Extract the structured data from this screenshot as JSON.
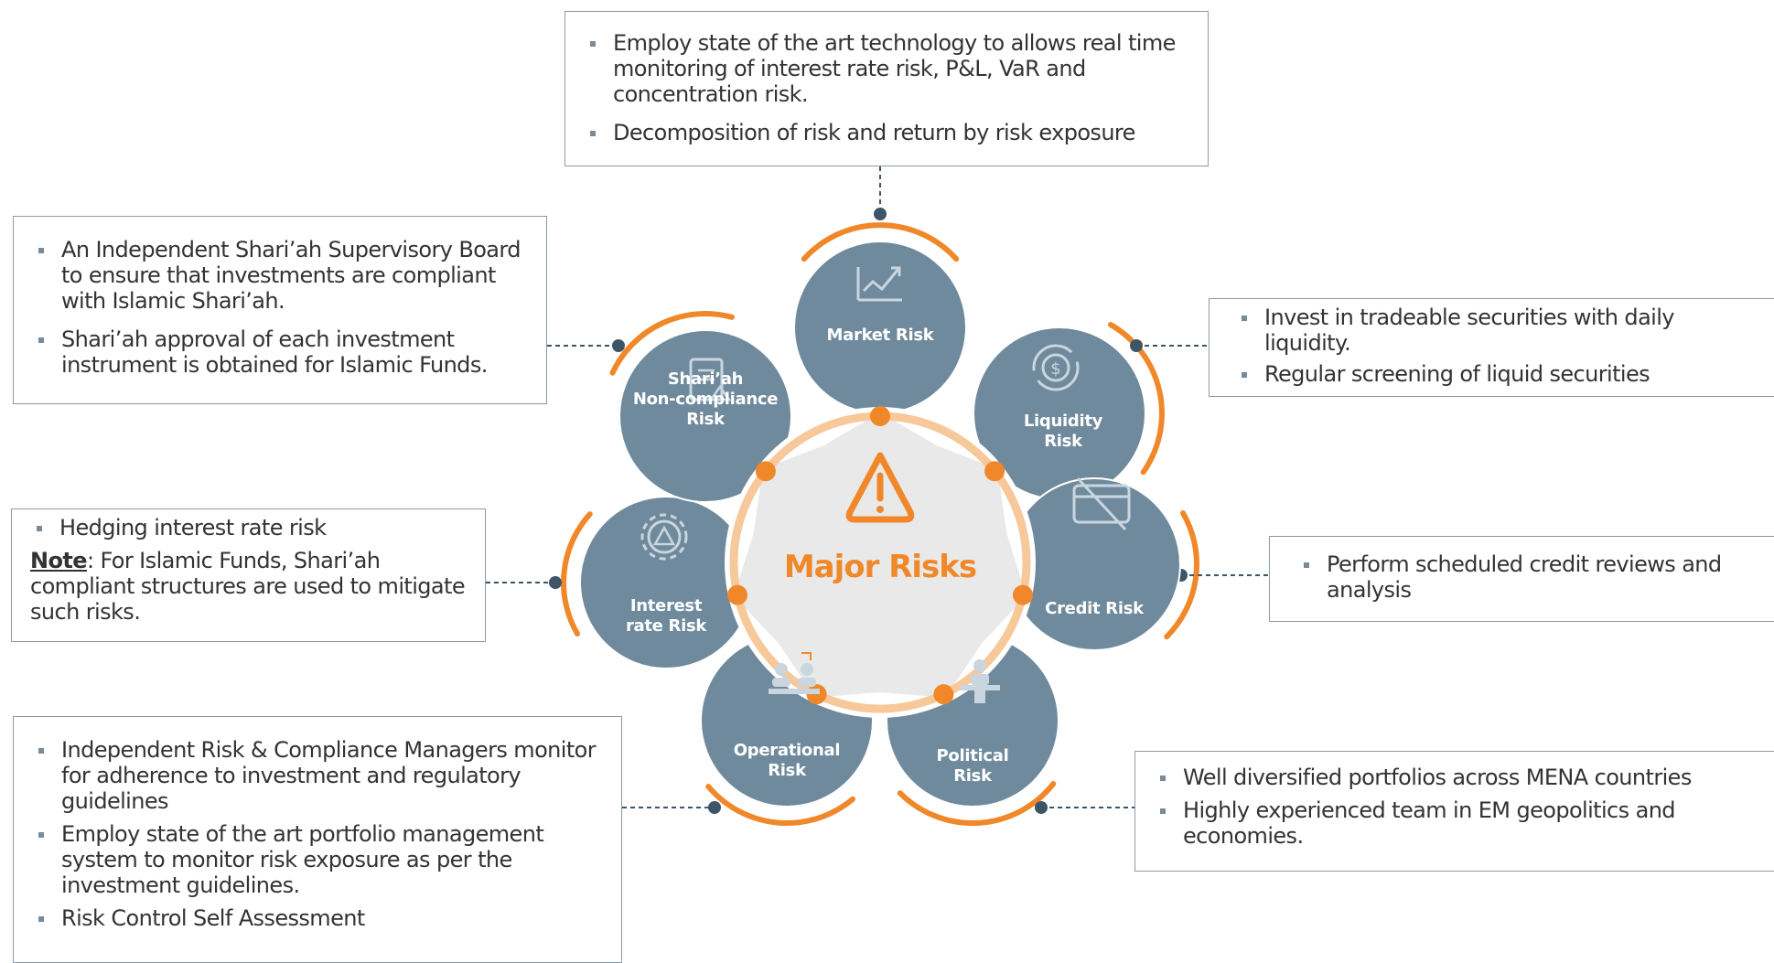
{
  "colors": {
    "petal": "#6f8a9c",
    "accent_orange": "#f0882a",
    "ring_light": "#f6c89a",
    "center_fill": "#e9e9e9",
    "box_border": "#8a9aa8",
    "connector": "#3d5566"
  },
  "center": {
    "label": "Major Risks",
    "icon": "warning-icon"
  },
  "risks": [
    {
      "name": "Market Risk",
      "lines": [
        "Market Risk"
      ],
      "icon": "market-chart-icon"
    },
    {
      "name": "Liquidity Risk",
      "lines": [
        "Liquidity",
        "Risk"
      ],
      "icon": "liquidity-cycle-icon"
    },
    {
      "name": "Credit Risk",
      "lines": [
        "Credit Risk"
      ],
      "icon": "credit-card-crossed-icon"
    },
    {
      "name": "Political Risk",
      "lines": [
        "Political",
        "Risk"
      ],
      "icon": "podium-speaker-icon"
    },
    {
      "name": "Operational Risk",
      "lines": [
        "Operational",
        "Risk"
      ],
      "icon": "meeting-team-icon"
    },
    {
      "name": "Interest rate Risk",
      "lines": [
        "Interest",
        "rate Risk"
      ],
      "icon": "gear-warning-icon"
    },
    {
      "name": "Shari'ah Non-compliance Risk",
      "lines": [
        "Shari’ah",
        "",
        "Non-compliance",
        "Risk"
      ],
      "icon": "document-gavel-icon"
    }
  ],
  "boxes": {
    "top": [
      "Employ state of the art technology to allows real time monitoring of interest rate risk, P&L, VaR and concentration risk.",
      "Decomposition of risk and return by risk exposure"
    ],
    "upper_left": [
      "An Independent Shari’ah Supervisory Board to ensure that investments are compliant with Islamic Shari’ah.",
      "Shari’ah approval of each investment instrument is obtained for Islamic Funds."
    ],
    "upper_right": [
      "Invest in tradeable securities with daily liquidity.",
      "Regular screening of liquid securities"
    ],
    "left": {
      "items": [
        "Hedging interest rate risk"
      ],
      "note_label": "Note",
      "note_text": ": For Islamic Funds, Shari’ah compliant structures are used to mitigate such risks."
    },
    "right": [
      "Perform scheduled credit reviews and analysis"
    ],
    "lower_left": [
      "Independent Risk & Compliance Managers monitor for adherence to investment and regulatory guidelines",
      "Employ state of the art portfolio management system to monitor risk exposure as per the investment guidelines.",
      "Risk Control Self Assessment"
    ],
    "lower_right": [
      "Well diversified portfolios across MENA countries",
      "Highly experienced team in EM geopolitics and economies."
    ]
  }
}
